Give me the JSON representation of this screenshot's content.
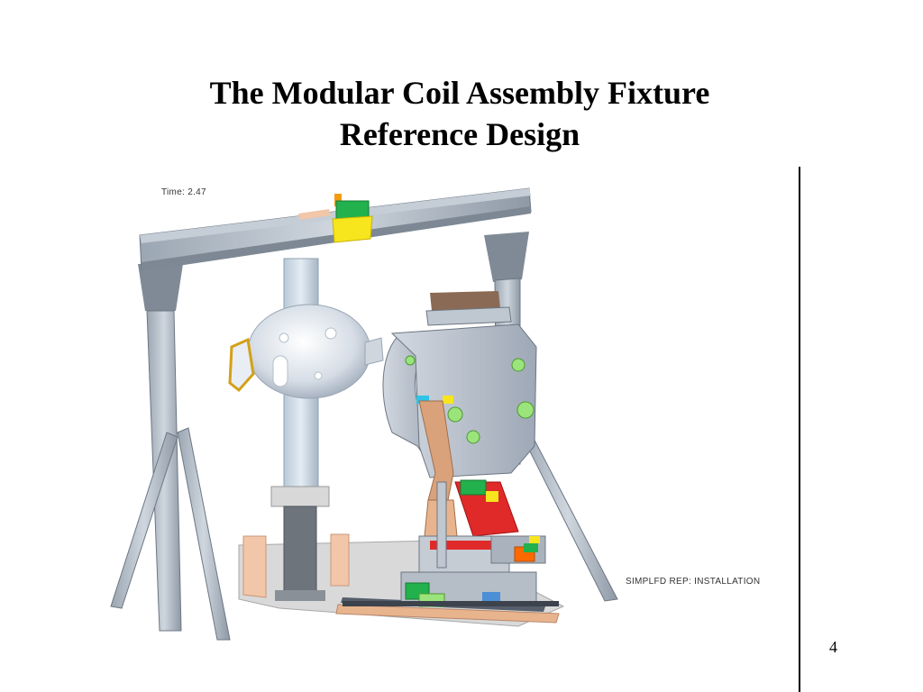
{
  "slide": {
    "title_line1": "The Modular Coil Assembly Fixture",
    "title_line2": "Reference Design",
    "page_number": "4"
  },
  "figure": {
    "time_label": "Time: 2.47",
    "caption": "SIMPLFD REP: INSTALLATION"
  }
}
